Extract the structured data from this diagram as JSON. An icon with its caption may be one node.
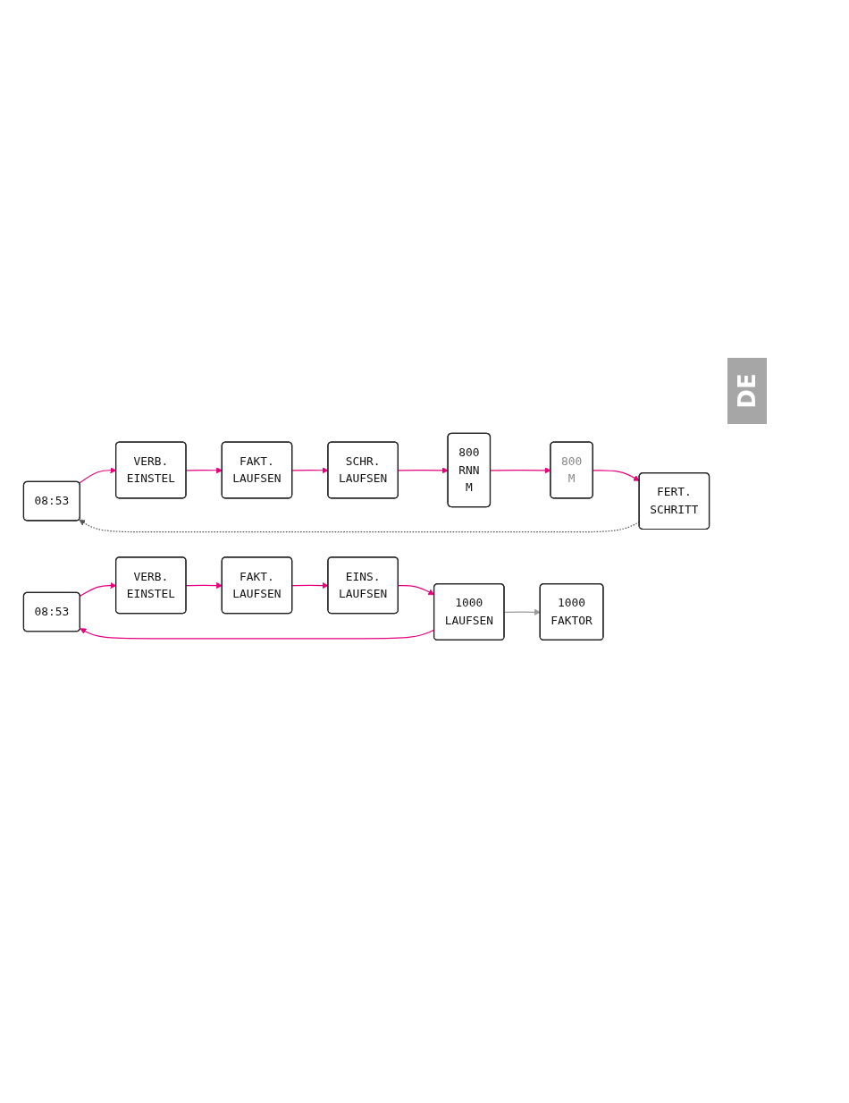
{
  "diagram": {
    "nodes": [
      {
        "text": [
          "08:53"
        ]
      },
      {
        "text": [
          "VERB.",
          "EINSTEL"
        ]
      },
      {
        "text": [
          "FAKT.",
          "LAUFSEN"
        ]
      },
      {
        "text": [
          "SCHR.",
          "LAUFSEN"
        ]
      },
      {
        "text": [
          "800",
          "RNN",
          "M"
        ]
      },
      {
        "text": [
          "800",
          "M"
        ]
      },
      {
        "text": [
          "FERT.",
          "SCHRITT"
        ]
      },
      {
        "text": [
          "08:53"
        ]
      },
      {
        "text": [
          "VERB.",
          "EINSTEL"
        ]
      },
      {
        "text": [
          "FAKT.",
          "LAUFSEN"
        ]
      },
      {
        "text": [
          "EINS.",
          "LAUFSEN"
        ]
      },
      {
        "text": [
          "1000",
          "LAUFSEN"
        ]
      },
      {
        "text": [
          "1000",
          "FAKTOR"
        ]
      }
    ],
    "edges": [
      {
        "from": 0,
        "to": 1,
        "arrow": "to"
      },
      {
        "from": 1,
        "to": 2,
        "arrow": "to"
      },
      {
        "from": 2,
        "to": 3,
        "arrow": "to"
      },
      {
        "from": 3,
        "to": 4,
        "arrow": "to"
      },
      {
        "from": 4,
        "to": 5,
        "arrow": "to"
      },
      {
        "from": 5,
        "to": 6,
        "arrow": "to"
      },
      {
        "from": 6,
        "to": 0,
        "arrow": "to",
        "style": "dashed",
        "color": "#555555"
      },
      {
        "from": 7,
        "to": 8,
        "arrow": "to"
      },
      {
        "from": 8,
        "to": 9,
        "arrow": "to"
      },
      {
        "from": 9,
        "to": 10,
        "arrow": "to"
      },
      {
        "from": 10,
        "to": 11,
        "arrow": "to"
      },
      {
        "from": 11,
        "to": 12,
        "arrow": "to",
        "color": "#999999"
      },
      {
        "from": 11,
        "to": 7,
        "arrow": "to"
      }
    ],
    "labels": [
      "DE"
    ]
  }
}
